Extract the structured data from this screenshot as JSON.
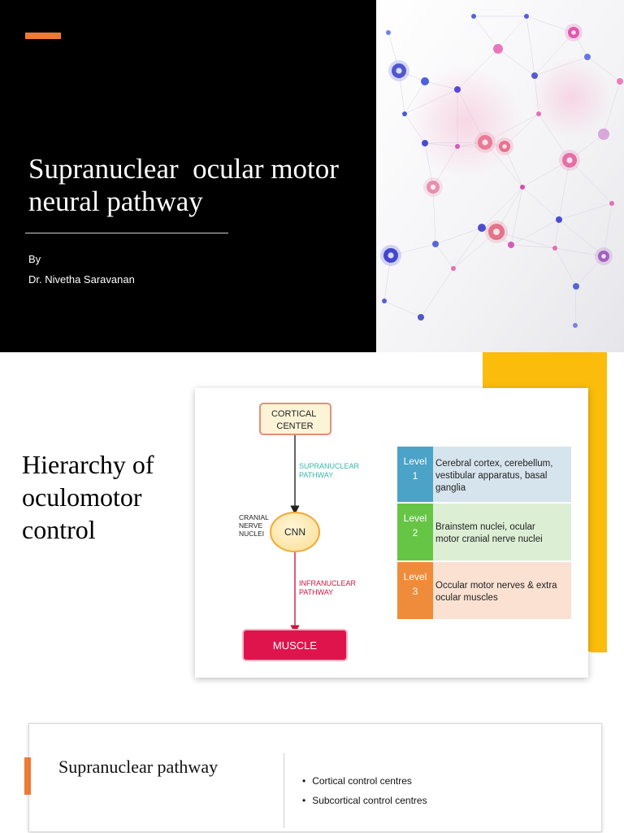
{
  "slide1": {
    "title": "Supranuclear  ocular motor neural pathway",
    "by": "By",
    "author": "Dr. Nivetha Saravanan",
    "accent_color": "#ee7a35"
  },
  "slide2": {
    "title": "Hierarchy of oculomotor control",
    "diagram": {
      "cortical_center": [
        "CORTICAL",
        "CENTER"
      ],
      "supranuclear": [
        "SUPRANUCLEAR",
        "PATHWAY"
      ],
      "cranial_nerve_nuclei": [
        "CRANIAL",
        "NERVE",
        "NUCLEI"
      ],
      "cnn": "CNN",
      "infranuclear": [
        "INFRANUCLEAR",
        "PATHWAY"
      ],
      "muscle": "MUSCLE"
    },
    "levels": [
      {
        "label": "Level",
        "num": "1",
        "text": [
          "Cerebral cortex, cerebellum,",
          "vestibular apparatus, basal",
          "ganglia"
        ],
        "color": "#4ba3c7",
        "bg": "#d6e4ed"
      },
      {
        "label": "Level",
        "num": "2",
        "text": [
          "Brainstem nuclei, ocular",
          "motor cranial nerve nuclei"
        ],
        "color": "#66c545",
        "bg": "#dcefd4"
      },
      {
        "label": "Level",
        "num": "3",
        "text": [
          "Occular motor nerves & extra",
          "ocular muscles"
        ],
        "color": "#ef8c3c",
        "bg": "#fbe1d2"
      }
    ],
    "bar_color": "#fbbc0b"
  },
  "slide3": {
    "title": "Supranuclear pathway",
    "bullets": [
      "Cortical control centres",
      "Subcortical control centres"
    ]
  }
}
